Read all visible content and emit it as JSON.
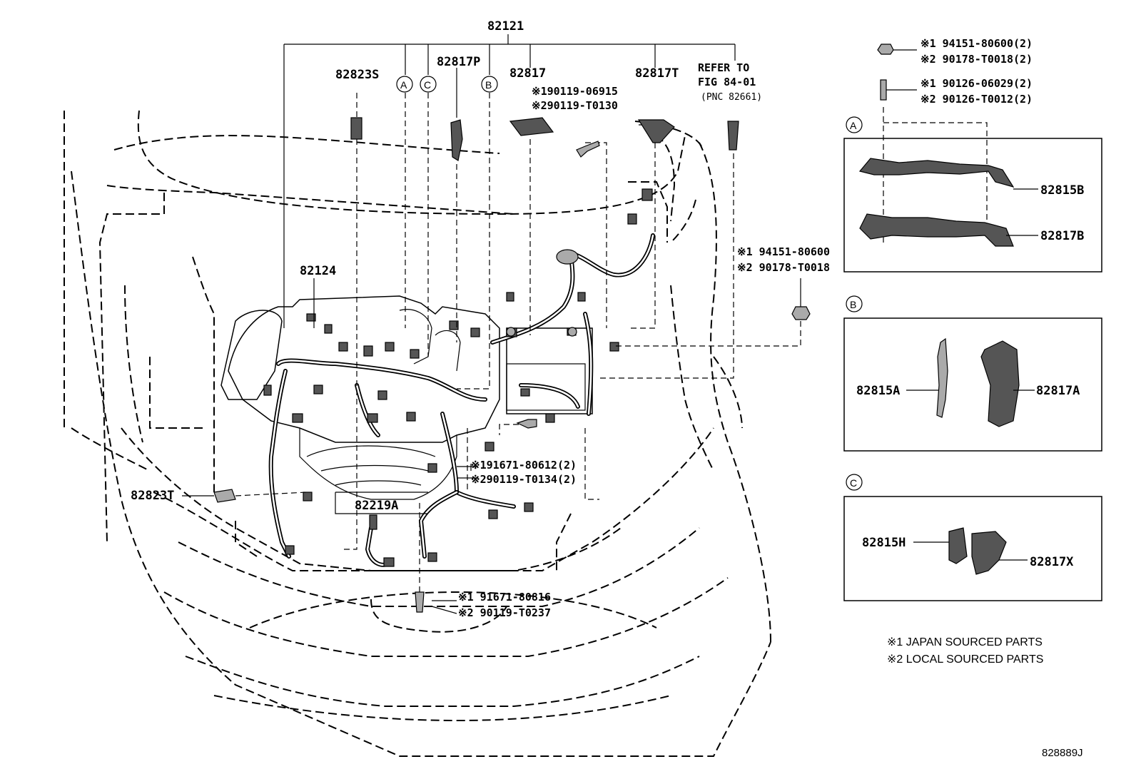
{
  "labels": {
    "main_assembly": "82121",
    "p82823S": "82823S",
    "p82817P": "82817P",
    "p82817": "82817",
    "p82817T": "82817T",
    "p82124": "82124",
    "p82823T": "82823T",
    "p82219A": "82219A",
    "refer_line1": "REFER TO",
    "refer_line2": "FIG 84-01",
    "refer_line3": "(PNC 82661)"
  },
  "callouts": {
    "A": "A",
    "B": "B",
    "C": "C"
  },
  "fasteners": {
    "bolt_top_1": "※190119-06915",
    "bolt_top_2": "※290119-T0130",
    "nut_right_1": "※1 94151-80600",
    "nut_right_2": "※2 90178-T0018",
    "bolt_mid_1": "※191671-80612(2)",
    "bolt_mid_2": "※290119-T0134(2)",
    "bolt_bottom_1": "※1 91671-80816",
    "bolt_bottom_2": "※2 90119-T0237",
    "legend_nut_1": "※1  94151-80600(2)",
    "legend_nut_2": "※2  90178-T0018(2)",
    "legend_stud_1": "※1  90126-06029(2)",
    "legend_stud_2": "※2  90126-T0012(2)"
  },
  "detail_panels": {
    "A": {
      "tag": "A",
      "parts": [
        "82815B",
        "82817B"
      ]
    },
    "B": {
      "tag": "B",
      "parts": [
        "82815A",
        "82817A"
      ]
    },
    "C": {
      "tag": "C",
      "parts": [
        "82815H",
        "82817X"
      ]
    }
  },
  "notes": {
    "note1": "※1 JAPAN SOURCED PARTS",
    "note2": "※2 LOCAL SOURCED PARTS"
  },
  "figure_code": "828889J"
}
